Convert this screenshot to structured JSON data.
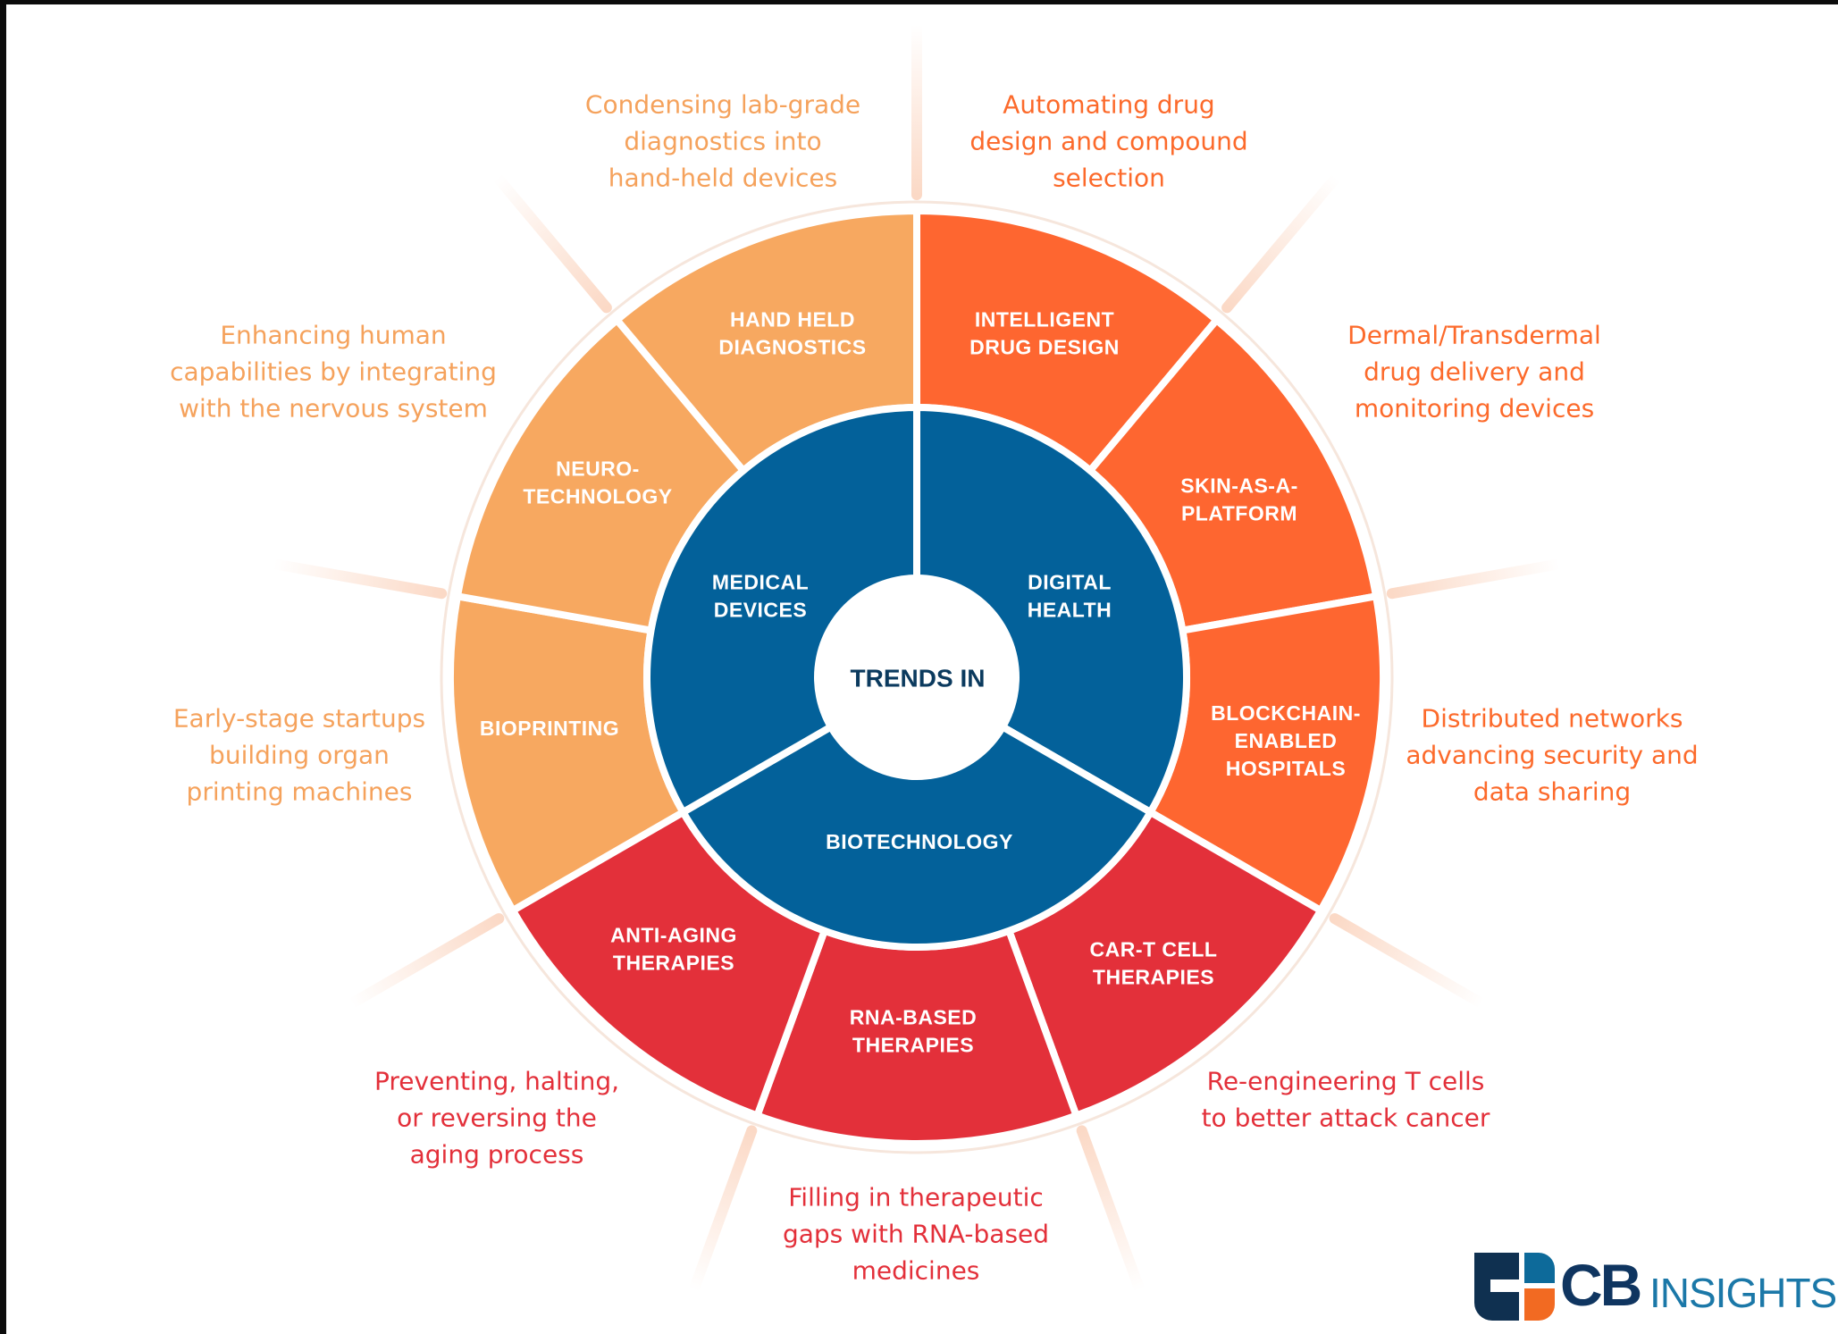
{
  "title": "TRENDS IN",
  "colors": {
    "blue": "#03619a",
    "digital": "#fe6630",
    "biotech": "#e3303a",
    "medical": "#f7a860",
    "desc_medical": "#f5a25c",
    "desc_digital": "#fc6a2b",
    "desc_biotech": "#e3303a",
    "ray": "#fbd9c6"
  },
  "categories": [
    {
      "name": "DIGITAL HEALTH",
      "lines": [
        "DIGITAL",
        "HEALTH"
      ],
      "color_key": "digital"
    },
    {
      "name": "BIOTECHNOLOGY",
      "lines": [
        "BIOTECHNOLOGY"
      ],
      "color_key": "biotech"
    },
    {
      "name": "MEDICAL DEVICES",
      "lines": [
        "MEDICAL",
        "DEVICES"
      ],
      "color_key": "medical"
    }
  ],
  "trends": [
    {
      "lines": [
        "INTELLIGENT",
        "DRUG DESIGN"
      ],
      "category": "DIGITAL HEALTH",
      "description": [
        "Automating drug",
        "design and compound",
        "selection"
      ]
    },
    {
      "lines": [
        "SKIN-AS-A-",
        "PLATFORM"
      ],
      "category": "DIGITAL HEALTH",
      "description": [
        "Dermal/Transdermal",
        "drug delivery and",
        "monitoring devices"
      ]
    },
    {
      "lines": [
        "BLOCKCHAIN-",
        "ENABLED",
        "HOSPITALS"
      ],
      "category": "DIGITAL HEALTH",
      "description": [
        "Distributed networks",
        "advancing security and",
        "data sharing"
      ]
    },
    {
      "lines": [
        "CAR-T CELL",
        "THERAPIES"
      ],
      "category": "BIOTECHNOLOGY",
      "description": [
        "Re-engineering T cells",
        "to better attack cancer"
      ]
    },
    {
      "lines": [
        "RNA-BASED",
        "THERAPIES"
      ],
      "category": "BIOTECHNOLOGY",
      "description": [
        "Filling in therapeutic",
        "gaps with RNA-based",
        "medicines"
      ]
    },
    {
      "lines": [
        "ANTI-AGING",
        "THERAPIES"
      ],
      "category": "BIOTECHNOLOGY",
      "description": [
        "Preventing, halting,",
        "or reversing the",
        "aging process"
      ]
    },
    {
      "lines": [
        "BIOPRINTING"
      ],
      "category": "MEDICAL DEVICES",
      "description": [
        "Early-stage startups",
        "building organ",
        "printing machines"
      ]
    },
    {
      "lines": [
        "NEURO-",
        "TECHNOLOGY"
      ],
      "category": "MEDICAL DEVICES",
      "description": [
        "Enhancing human",
        "capabilities by integrating",
        "with the nervous system"
      ]
    },
    {
      "lines": [
        "HAND HELD",
        "DIAGNOSTICS"
      ],
      "category": "MEDICAL DEVICES",
      "description": [
        "Condensing lab-grade",
        "diagnostics into",
        "hand-held devices"
      ]
    }
  ],
  "logo": {
    "text_bold": "CB",
    "text_light": "INSIGHTS"
  }
}
